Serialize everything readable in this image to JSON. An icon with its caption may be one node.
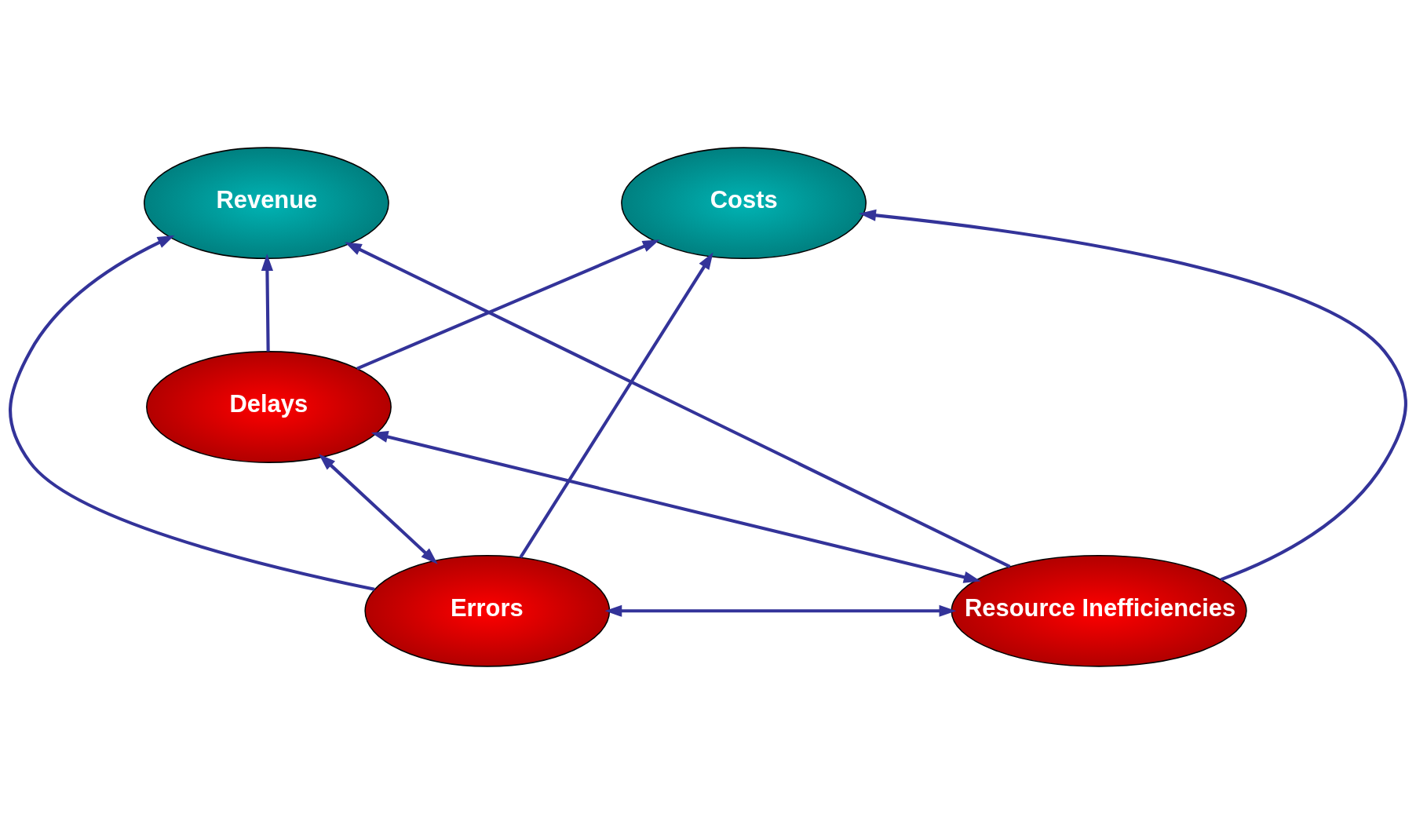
{
  "diagram": {
    "nodes": [
      {
        "text": [
          "Revenue"
        ]
      },
      {
        "text": [
          "Costs"
        ]
      },
      {
        "text": [
          "Errors"
        ]
      },
      {
        "text": [
          "Resource Inefficiencies"
        ]
      },
      {
        "text": [
          "Delays"
        ]
      }
    ],
    "edges": [
      {
        "from": 2,
        "to": 0,
        "arrow": "to"
      },
      {
        "from": 3,
        "to": 0,
        "arrow": "to"
      },
      {
        "from": 4,
        "to": 0,
        "arrow": "to"
      },
      {
        "from": 2,
        "to": 1,
        "arrow": "to"
      },
      {
        "from": 4,
        "to": 1,
        "arrow": "to"
      },
      {
        "from": 3,
        "to": 1,
        "arrow": "to"
      },
      {
        "from": 2,
        "to": 3,
        "arrow": "both"
      },
      {
        "from": 2,
        "to": 4,
        "arrow": "both"
      },
      {
        "from": 4,
        "to": 3,
        "arrow": "both"
      }
    ]
  }
}
